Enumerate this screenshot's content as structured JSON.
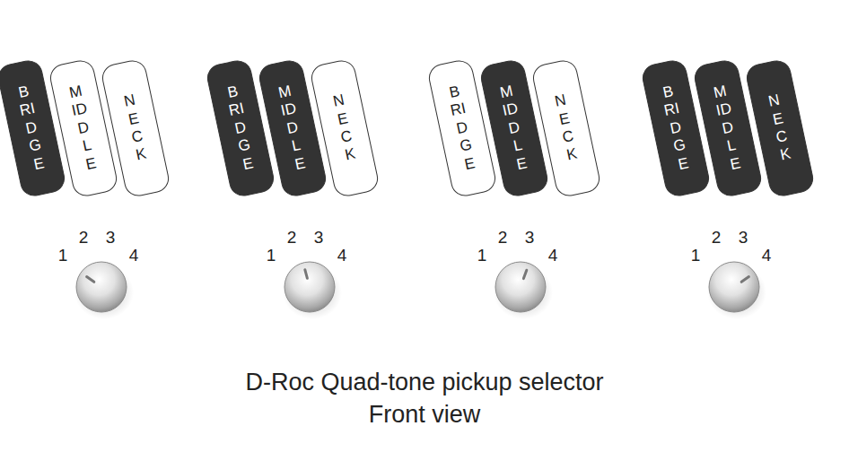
{
  "diagram": {
    "caption": "D-Roc Quad-tone pickup selector Front view",
    "nodes": [
      {
        "text": [
          "BRIDGE"
        ]
      },
      {
        "text": [
          "MIDDLE"
        ]
      },
      {
        "text": [
          "NECK"
        ]
      },
      {
        "text": [
          "BRIDGE"
        ]
      },
      {
        "text": [
          "MIDDLE"
        ]
      },
      {
        "text": [
          "NECK"
        ]
      },
      {
        "text": [
          "BRIDGE"
        ]
      },
      {
        "text": [
          "MIDDLE"
        ]
      },
      {
        "text": [
          "NECK"
        ]
      },
      {
        "text": [
          "BRIDGE"
        ]
      },
      {
        "text": [
          "MIDDLE"
        ]
      },
      {
        "text": [
          "NECK"
        ]
      }
    ],
    "labels": [
      "1",
      "2",
      "3",
      "4",
      "1",
      "2",
      "3",
      "4",
      "1",
      "2",
      "3",
      "4",
      "1",
      "2",
      "3",
      "4"
    ]
  }
}
